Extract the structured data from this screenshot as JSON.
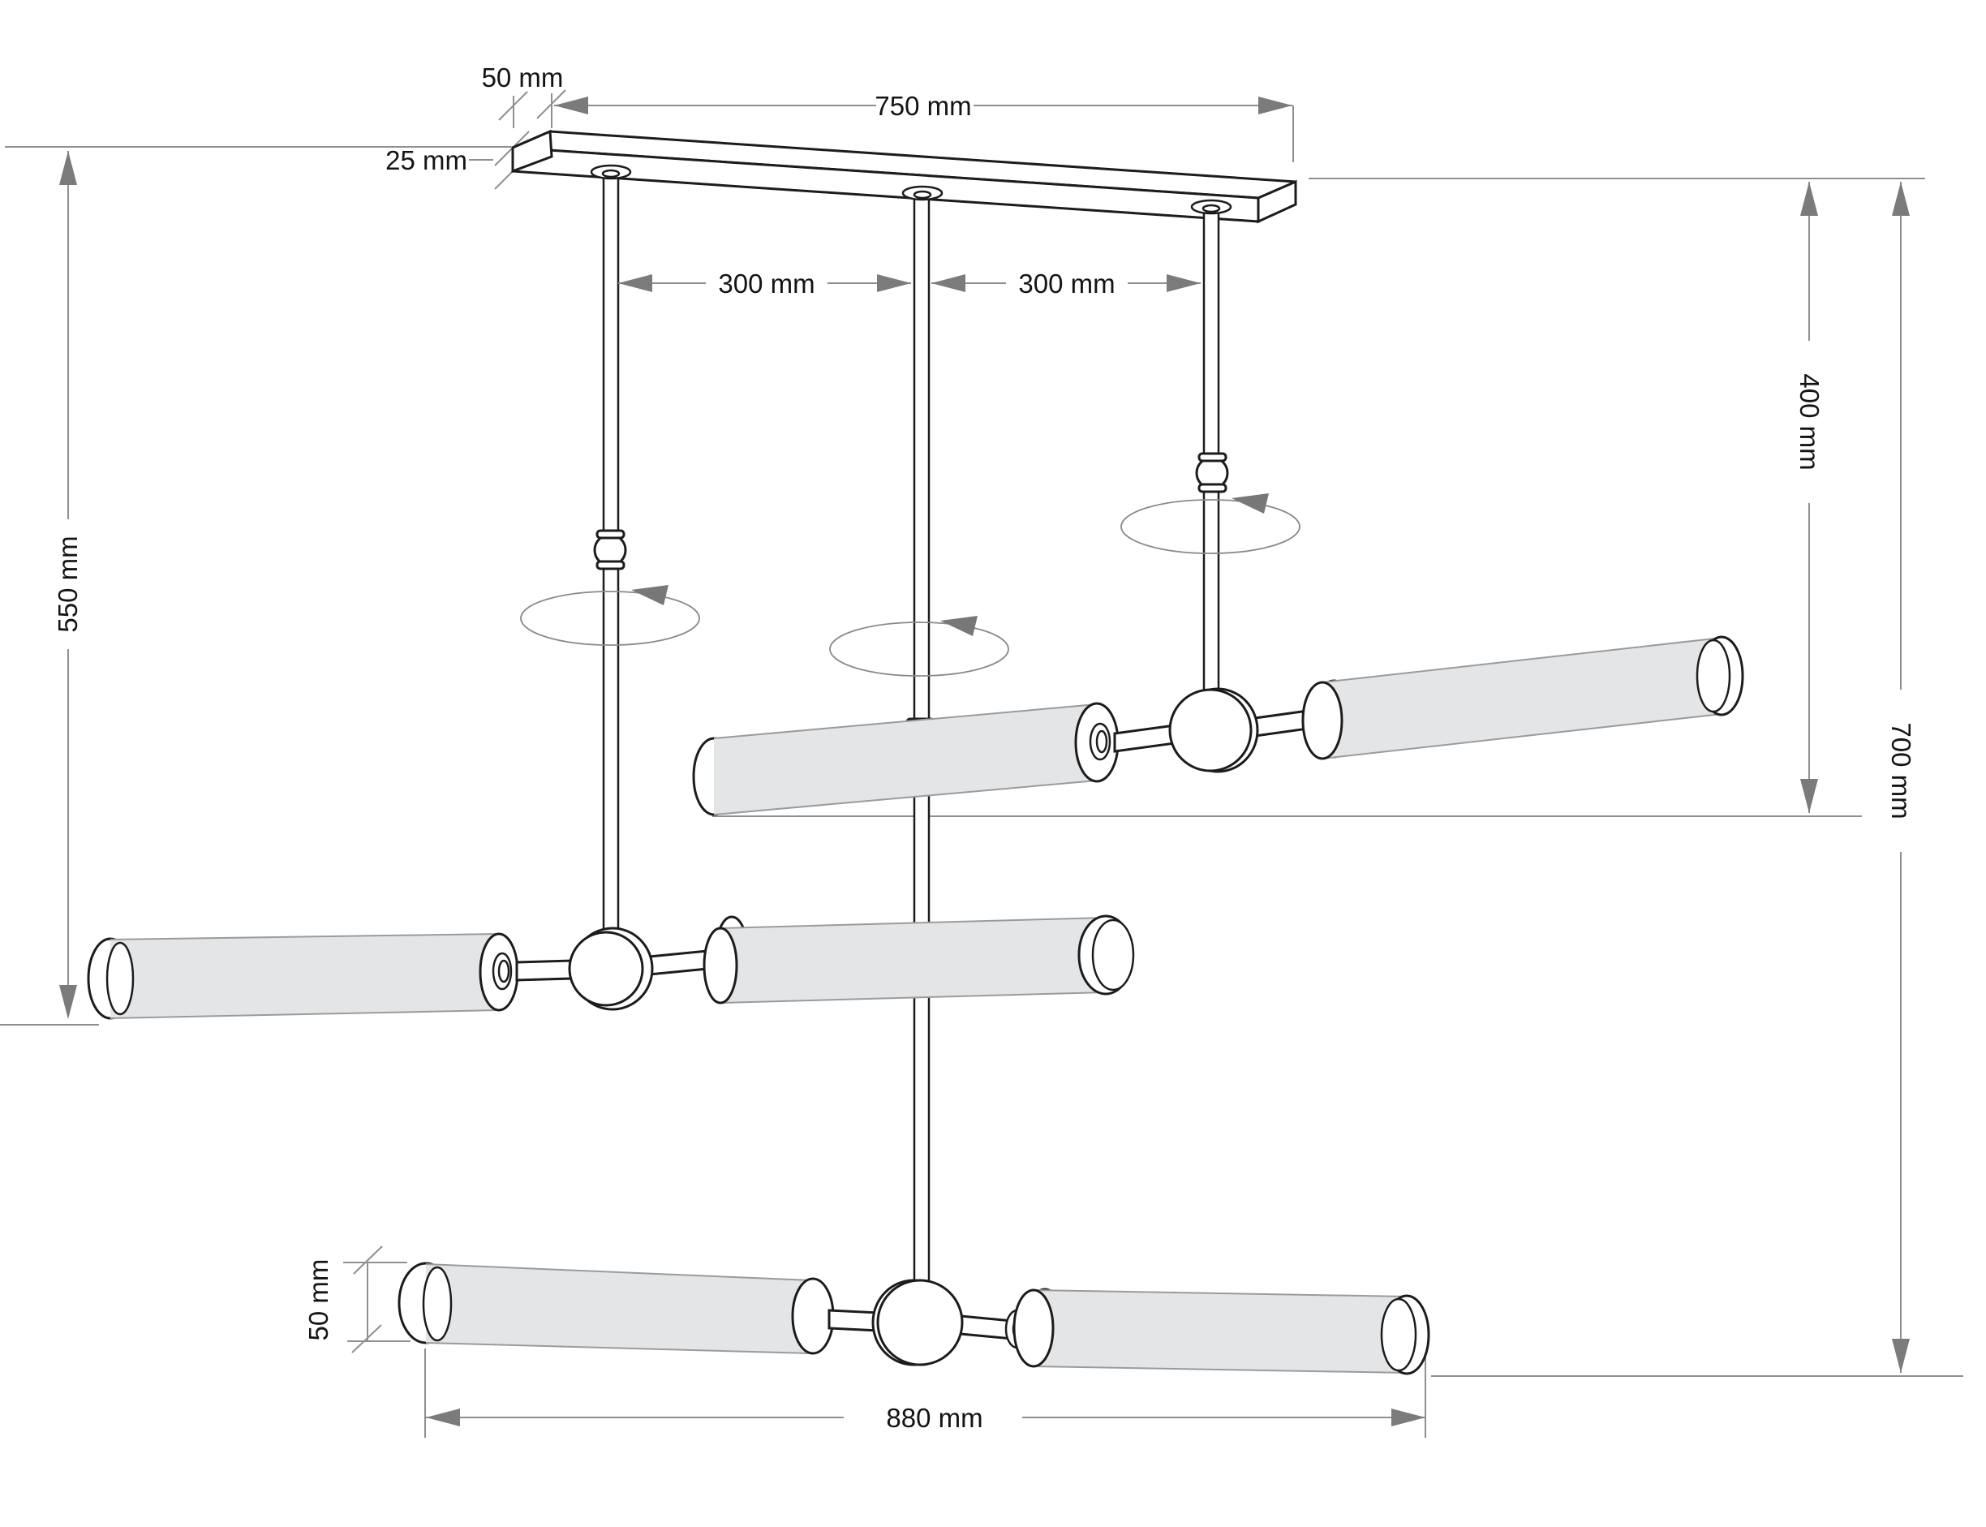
{
  "diagram": {
    "type": "technical-dimension-drawing",
    "subject": "three-arm adjustable pendant light fixture, isometric view",
    "unit": "mm",
    "labels": {
      "canopy_depth": "50 mm",
      "canopy_length": "750 mm",
      "canopy_thickness": "25 mm",
      "spacing_left": "300 mm",
      "spacing_right": "300 mm",
      "drop_left": "550 mm",
      "drop_upper": "400 mm",
      "drop_total": "700 mm",
      "tube_diameter": "50 mm",
      "arm_span": "880 mm"
    },
    "colors": {
      "line": "#1c1c1c",
      "tube_fill": "#e4e5e6",
      "tube_edge": "#9b9b9b",
      "dimension_line": "#8f8f8f",
      "dimension_arrow": "#7b7b7b",
      "text": "#141414",
      "background": "#ffffff"
    }
  }
}
